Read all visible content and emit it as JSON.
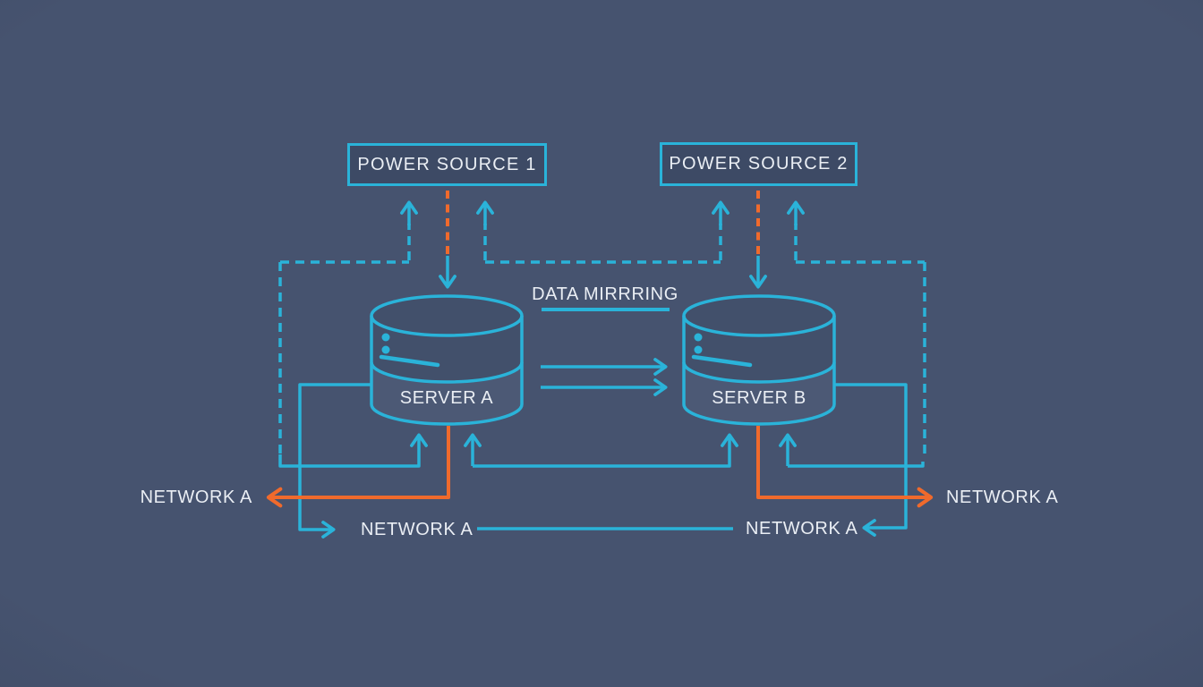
{
  "colors": {
    "background": "#46536f",
    "teal": "#2ab3d9",
    "orange": "#f06a2c",
    "text": "#eaeef4"
  },
  "power_sources": [
    {
      "label": "POWER SOURCE 1"
    },
    {
      "label": "POWER SOURCE 2"
    }
  ],
  "servers": [
    {
      "label": "SERVER A"
    },
    {
      "label": "SERVER B"
    }
  ],
  "mirroring": {
    "label": "DATA MIRRRING"
  },
  "network": {
    "left_orange": "NETWORK A",
    "bottom_left": "NETWORK A",
    "bottom_right": "NETWORK A",
    "right_orange": "NETWORK A"
  }
}
